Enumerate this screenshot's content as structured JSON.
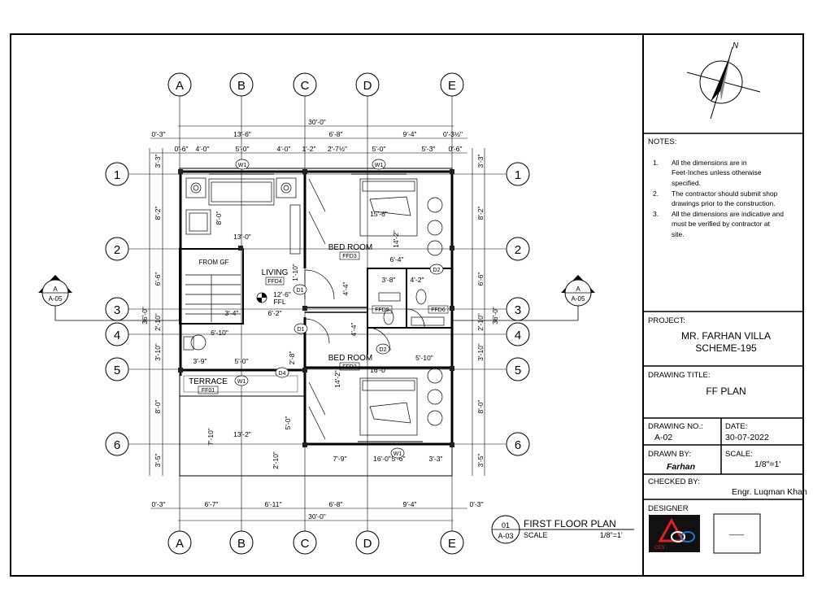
{
  "grid_columns": [
    "A",
    "B",
    "C",
    "D",
    "E"
  ],
  "grid_rows": [
    "1",
    "2",
    "3",
    "4",
    "5",
    "6"
  ],
  "dimensions": {
    "top_overall": "30'-0\"",
    "top_row1": [
      "0'-3\"",
      "13'-6\"",
      "6'-8\"",
      "9'-4\"",
      "0'-3½\""
    ],
    "top_row2": [
      "0'-6\"",
      "4'-0\"",
      "5'-0\"",
      "4'-0\"",
      "1'-2\"",
      "2'-7½\"",
      "5'-0\"",
      "5'-3\"",
      "0'-6\""
    ],
    "bottom_row": [
      "0'-3\"",
      "6'-7\"",
      "6'-11\"",
      "6'-8\"",
      "9'-4\"",
      "0'-3\""
    ],
    "bottom_overall": "30'-0\"",
    "left_overall": "36'-0\"",
    "left_rows": [
      "3'-3\"",
      "8'-2\"",
      "6'-6\"",
      "2'-10\"",
      "3'-10\"",
      "8'-0\"",
      "3'-5\""
    ],
    "right_overall": "36'-0\"",
    "right_rows": [
      "3'-3\"",
      "8'-2\"",
      "6'-6\"",
      "2'-10\"",
      "3'-10\"",
      "8'-0\"",
      "3'-5\""
    ],
    "interior": [
      "8'-0\"",
      "13'-0\"",
      "15'-6\"",
      "14'-2\"",
      "6'-4\"",
      "3'-8\"",
      "4'-2\"",
      "4'-4\"",
      "3'-4\"",
      "6'-2\"",
      "6'-10\"",
      "3'-9\"",
      "5'-0\"",
      "2'-8\"",
      "5'-10\"",
      "16'-0\"",
      "14'-2\"",
      "13'-2\"",
      "7'-10\"",
      "5'-0\"",
      "2'-10\"",
      "7'-9\"",
      "16'-0\"",
      "5'-6\"",
      "3'-3\"",
      "4'-4\"",
      "1'-10\"",
      "12'-6\"",
      "FFL"
    ]
  },
  "rooms": {
    "living": "LIVING",
    "living_tag": "FFD4",
    "bedroom1": "BED ROOM",
    "bedroom1_tag": "FFD3",
    "bedroom2": "BED ROOM",
    "bedroom2_tag": "FFD2",
    "terrace": "TERRACE",
    "terrace_tag": "FF01",
    "stair": "FROM GF",
    "bath1_tag": "FFD5",
    "bath2_tag": "FFD6"
  },
  "door_window_tags": [
    "W1",
    "W1",
    "W1",
    "W1",
    "D1",
    "D1",
    "D2",
    "D2",
    "D4"
  ],
  "section_marker": {
    "letter": "A",
    "sheet": "A-05"
  },
  "plan_title": {
    "number": "01",
    "sheet": "A-03",
    "title": "FIRST FLOOR PLAN",
    "scale_label": "SCALE",
    "scale": "1/8\"=1'"
  },
  "north_label": "N",
  "title_block": {
    "notes_label": "NOTES:",
    "notes": [
      {
        "num": "1.",
        "lines": [
          "All the dimensions are in",
          "Feet-Inches unless otherwise",
          "specified."
        ]
      },
      {
        "num": "2.",
        "lines": [
          "The contractor should submit shop",
          "drawings prior to the construction."
        ]
      },
      {
        "num": "3.",
        "lines": [
          "All the dimensions are indicative and",
          "must be verified by contractor at",
          "site."
        ]
      }
    ],
    "project_label": "PROJECT:",
    "project_line1": "MR. FARHAN VILLA",
    "project_line2": "SCHEME-195",
    "drawing_title_label": "DRAWING TITLE:",
    "drawing_title": "FF PLAN",
    "drawing_no_label": "DRAWING NO.:",
    "drawing_no": "A-02",
    "date_label": "DATE:",
    "date": "30-07-2022",
    "drawn_by_label": "DRAWN BY:",
    "drawn_by": "Farhan",
    "scale_label": "SCALE:",
    "scale": "1/8\"=1'",
    "checked_by_label": "CHECKED BY:",
    "checked_by": "Engr. Luqman Khan",
    "designer_label": "DESIGNER",
    "designer_logo_text": "CES",
    "signature_mark": "——"
  }
}
